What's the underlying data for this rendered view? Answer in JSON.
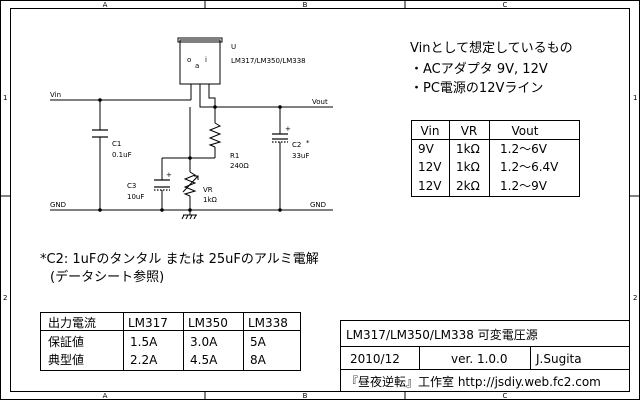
{
  "frame": {
    "columns": [
      "A",
      "B",
      "C"
    ],
    "rows": [
      "1",
      "2"
    ]
  },
  "schematic": {
    "ic": {
      "ref": "U",
      "part": "LM317/LM350/LM338",
      "pins": [
        "o",
        "a",
        "i"
      ]
    },
    "nets": {
      "vin": "Vin",
      "vout": "Vout",
      "gnd_left": "GND",
      "gnd_right": "GND"
    },
    "c1": {
      "ref": "C1",
      "value": "0.1uF"
    },
    "c2": {
      "ref": "C2",
      "mark": "*",
      "value": "33uF"
    },
    "c3": {
      "ref": "C3",
      "value": "10uF"
    },
    "r1": {
      "ref": "R1",
      "value": "240Ω"
    },
    "vr": {
      "ref": "VR",
      "value": "1kΩ"
    }
  },
  "notes": {
    "assumed_title": "Vinとして想定しているもの",
    "assumed_1": "・ACアダプタ 9V, 12V",
    "assumed_2": "・PC電源の12Vライン",
    "c2_note_1": "*C2: 1uFのタンタル または 25uFのアルミ電解",
    "c2_note_2": "(データシート参照)"
  },
  "output_table": {
    "headers": [
      "Vin",
      "VR",
      "Vout"
    ],
    "rows": [
      [
        "9V",
        "1kΩ",
        "1.2〜6V"
      ],
      [
        "12V",
        "1kΩ",
        "1.2〜6.4V"
      ],
      [
        "12V",
        "2kΩ",
        "1.2〜9V"
      ]
    ]
  },
  "current_table": {
    "headers": [
      "出力電流",
      "LM317",
      "LM350",
      "LM338"
    ],
    "rows": [
      [
        "保証値",
        "1.5A",
        "3.0A",
        "5A"
      ],
      [
        "典型値",
        "2.2A",
        "4.5A",
        "8A"
      ]
    ]
  },
  "title_block": {
    "title": "LM317/LM350/LM338 可変電圧源",
    "date": "2010/12",
    "version": "ver. 1.0.0",
    "author": "J.Sugita",
    "footer": "『昼夜逆転』工作室 http://jsdiy.web.fc2.com"
  }
}
